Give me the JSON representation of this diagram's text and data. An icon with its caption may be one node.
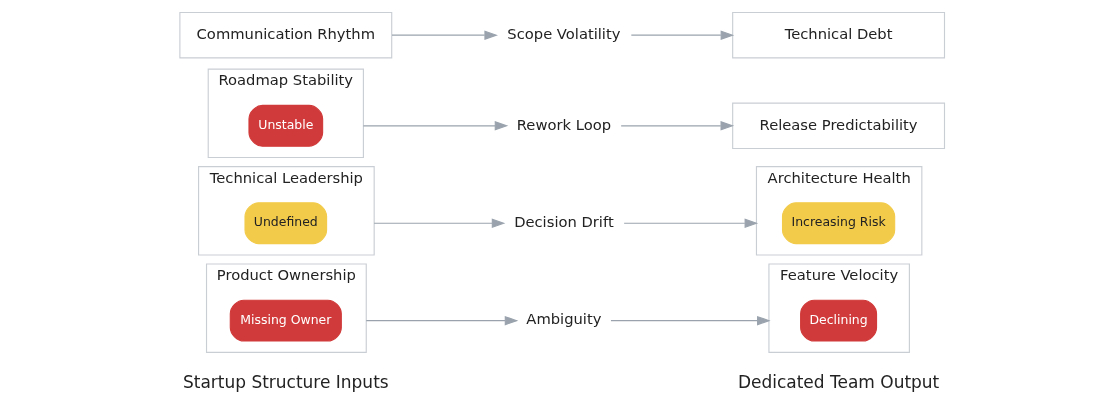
{
  "diagram": {
    "nodes": [
      {
        "text": [
          "Product Ownership"
        ]
      },
      {
        "text": [
          "Missing Owner"
        ],
        "in": 0
      },
      {
        "text": [
          "Ambiguity"
        ]
      },
      {
        "text": [
          "Feature Velocity"
        ]
      },
      {
        "text": [
          "Declining"
        ],
        "in": 3
      },
      {
        "text": [
          "Technical Leadership"
        ]
      },
      {
        "text": [
          "Undefined"
        ],
        "in": 5
      },
      {
        "text": [
          "Decision Drift"
        ]
      },
      {
        "text": [
          "Architecture Health"
        ]
      },
      {
        "text": [
          "Increasing Risk"
        ],
        "in": 8
      },
      {
        "text": [
          "Roadmap Stability"
        ]
      },
      {
        "text": [
          "Unstable"
        ],
        "in": 10
      },
      {
        "text": [
          "Rework Loop"
        ]
      },
      {
        "text": [
          "Release Predictability"
        ]
      },
      {
        "text": [
          "Communication Rhythm"
        ]
      },
      {
        "text": [
          "Scope Volatility"
        ]
      },
      {
        "text": [
          "Technical Debt"
        ]
      }
    ],
    "edges": [
      {
        "from": 0,
        "to": 2,
        "arrow": "to"
      },
      {
        "from": 2,
        "to": 3,
        "arrow": "to"
      },
      {
        "from": 5,
        "to": 7,
        "arrow": "to"
      },
      {
        "from": 7,
        "to": 8,
        "arrow": "to"
      },
      {
        "from": 10,
        "to": 12,
        "arrow": "to"
      },
      {
        "from": 12,
        "to": 13,
        "arrow": "to"
      },
      {
        "from": 14,
        "to": 15,
        "arrow": "to"
      },
      {
        "from": 15,
        "to": 16,
        "arrow": "to"
      }
    ],
    "labels": [
      "Startup Structure Inputs",
      "Dedicated Team Output"
    ]
  }
}
